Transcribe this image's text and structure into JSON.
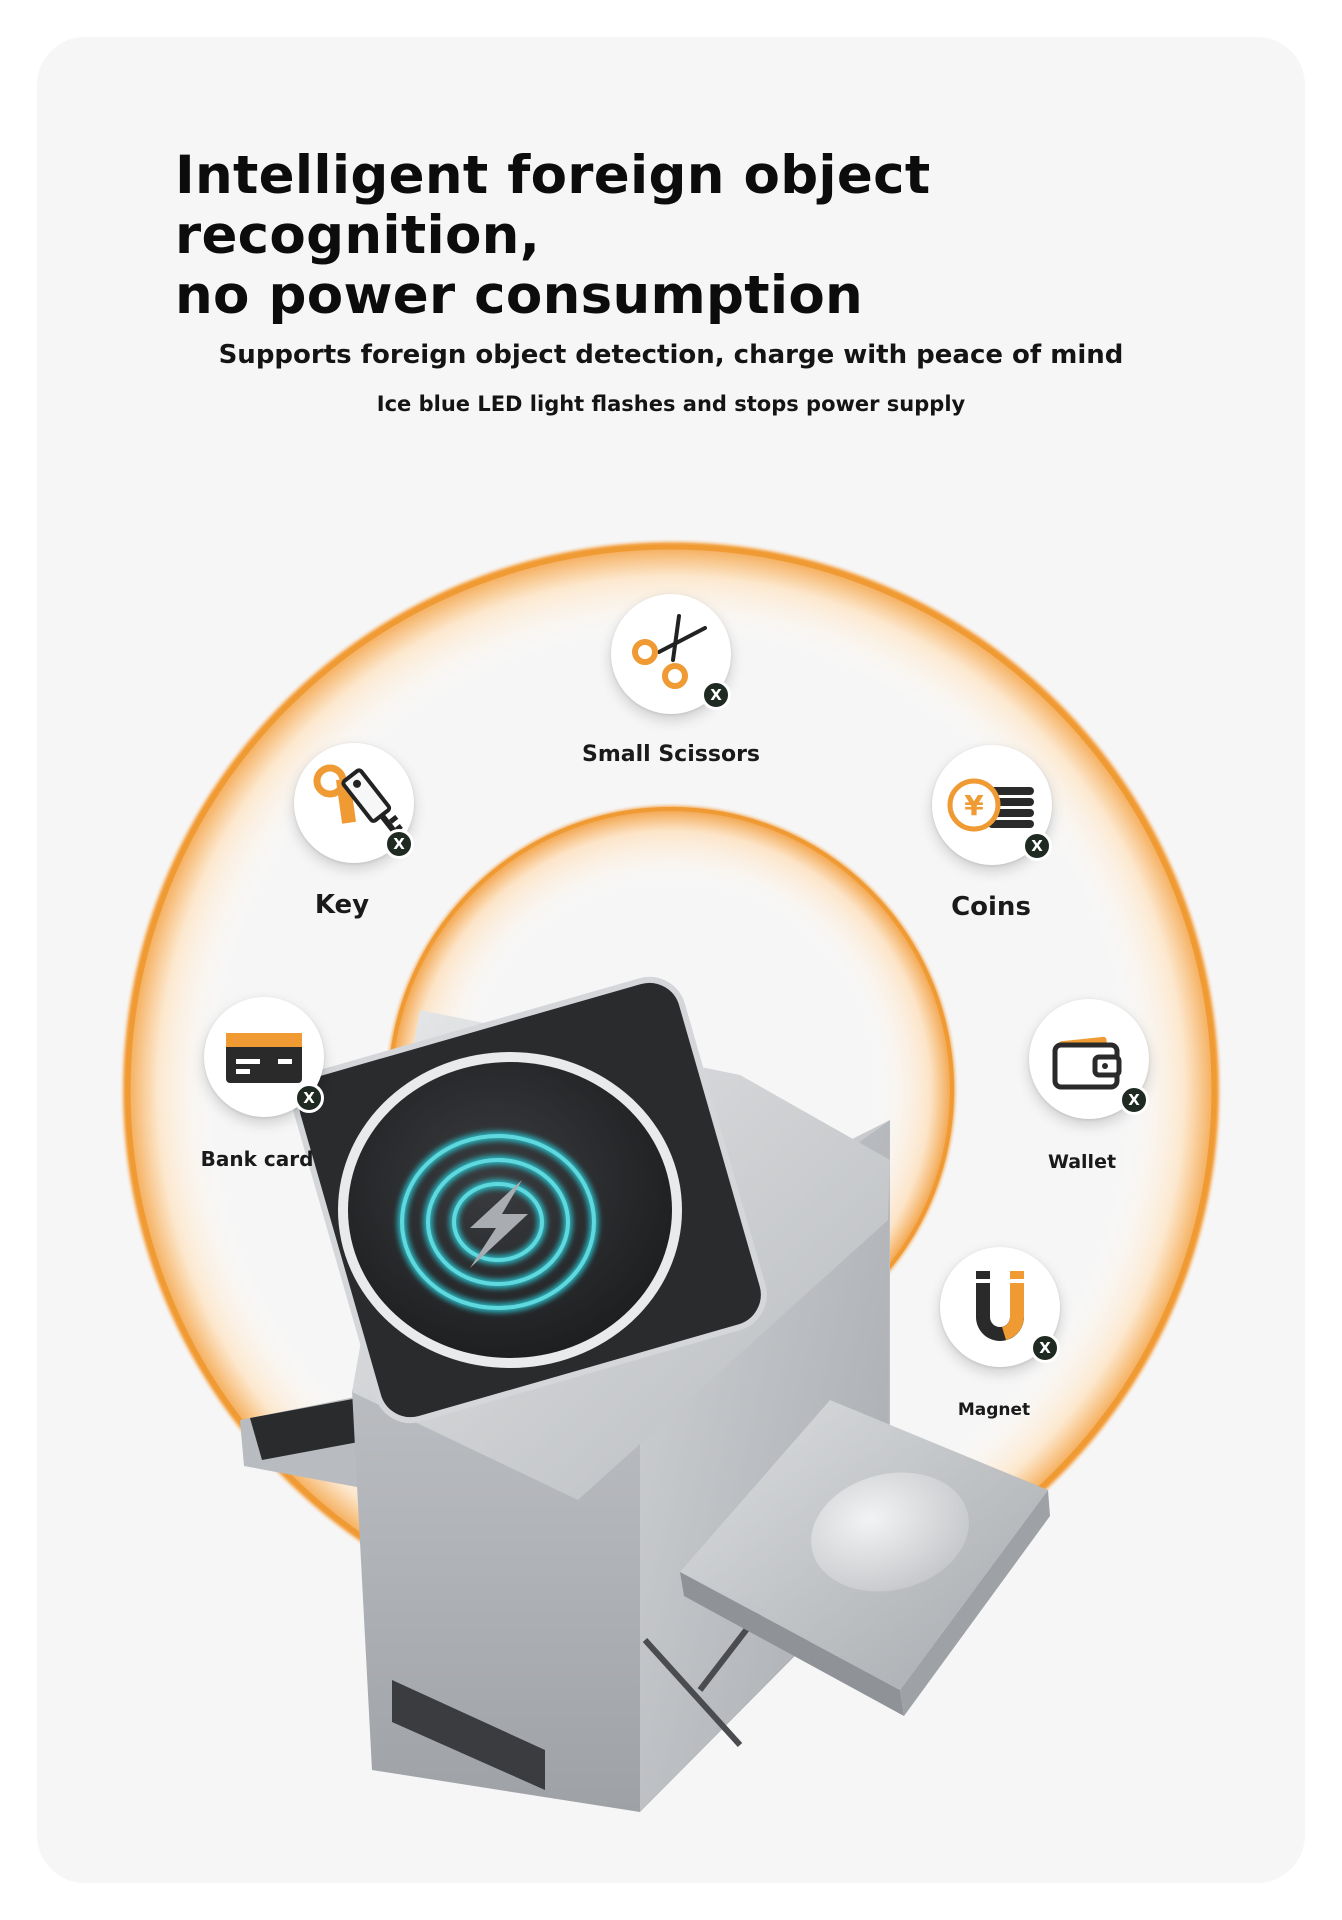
{
  "headline": {
    "line1": "Intelligent foreign object recognition,",
    "line2": "no power consumption"
  },
  "subtitle": "Supports foreign object detection, charge with peace of mind",
  "note": "Ice blue LED light flashes and stops power supply",
  "colors": {
    "accent": "#ef9a32",
    "badge": "#1e2a22",
    "led": "#2bb7c2",
    "card_bg": "#f6f6f6"
  },
  "objects": [
    {
      "id": "scissors",
      "label": "Small Scissors",
      "icon": "scissors-icon",
      "badge": "X"
    },
    {
      "id": "key",
      "label": "Key",
      "icon": "key-icon",
      "badge": "X"
    },
    {
      "id": "coins",
      "label": "Coins",
      "icon": "coins-icon",
      "badge": "X"
    },
    {
      "id": "bank-card",
      "label": "Bank card",
      "icon": "bank-card-icon",
      "badge": "X"
    },
    {
      "id": "wallet",
      "label": "Wallet",
      "icon": "wallet-icon",
      "badge": "X"
    },
    {
      "id": "magnet",
      "label": "Magnet",
      "icon": "magnet-icon",
      "badge": "X"
    }
  ]
}
